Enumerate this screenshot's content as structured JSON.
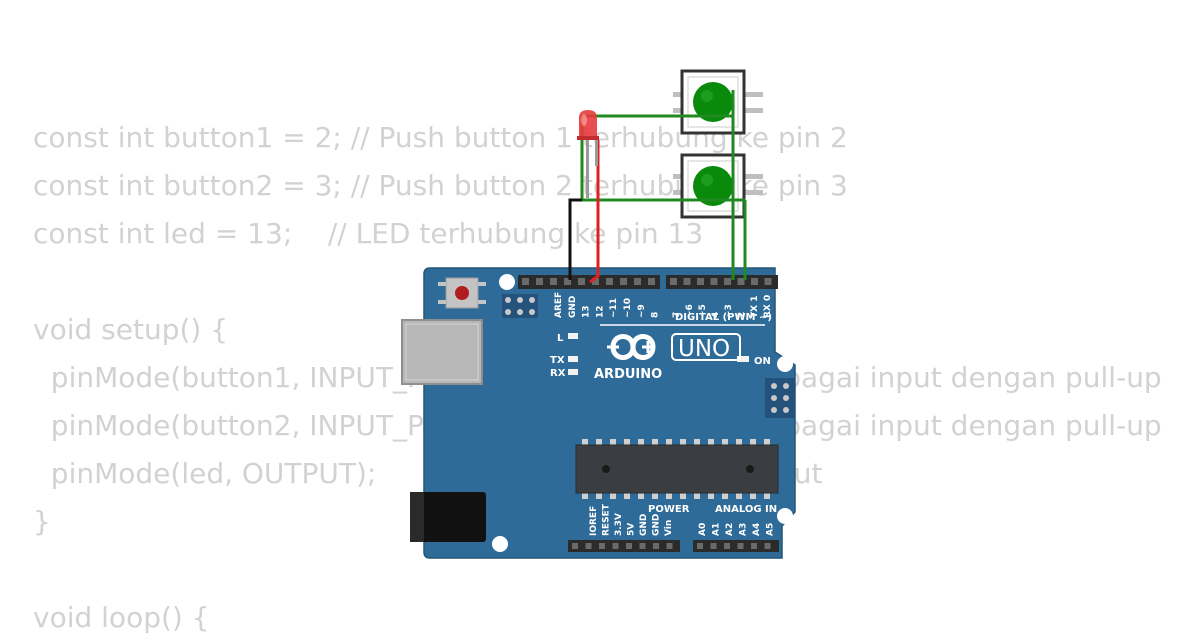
{
  "code": {
    "lines": [
      "const int button1 = 2; // Push button 1 terhubung ke pin 2",
      "const int button2 = 3; // Push button 2 terhubung ke pin 3",
      "const int led = 13;    // LED terhubung ke pin 13",
      "",
      "void setup() {",
      "  pinMode(button1, INPUT_PULLUP); // Set button 1 sebagai input dengan pull-up",
      "  pinMode(button2, INPUT_PULLUP); // Set button 2 sebagai input dengan pull-up",
      "  pinMode(led, OUTPUT);          // Set LED sebagai output",
      "}",
      "",
      "void loop() {"
    ]
  },
  "board": {
    "digital_pins_left": [
      "AREF",
      "GND",
      "13",
      "12",
      "~11",
      "~10",
      "~9",
      "8"
    ],
    "digital_pins_right": [
      "7",
      "~6",
      "~5",
      "4",
      "~3",
      "2",
      "TX 1",
      "RX 0"
    ],
    "digital_label": "DIGITAL (PWM ~)",
    "led_l": "L",
    "led_tx": "TX",
    "led_rx": "RX",
    "logo_text": "ARDUINO",
    "model": "UNO",
    "on_label": "ON",
    "power_pins": [
      "IOREF",
      "RESET",
      "3.3V",
      "5V",
      "GND",
      "GND",
      "Vin"
    ],
    "power_label": "POWER",
    "analog_pins": [
      "A0",
      "A1",
      "A2",
      "A3",
      "A4",
      "A5"
    ],
    "analog_label": "ANALOG IN"
  },
  "colors": {
    "board": "#2f6b98",
    "wire_green": "#1f8a1f",
    "wire_black": "#111111",
    "wire_red": "#e02020",
    "button_cap": "#0a8a0a",
    "led_red": "#e83a3a",
    "code_text": "#d2d2d2"
  }
}
